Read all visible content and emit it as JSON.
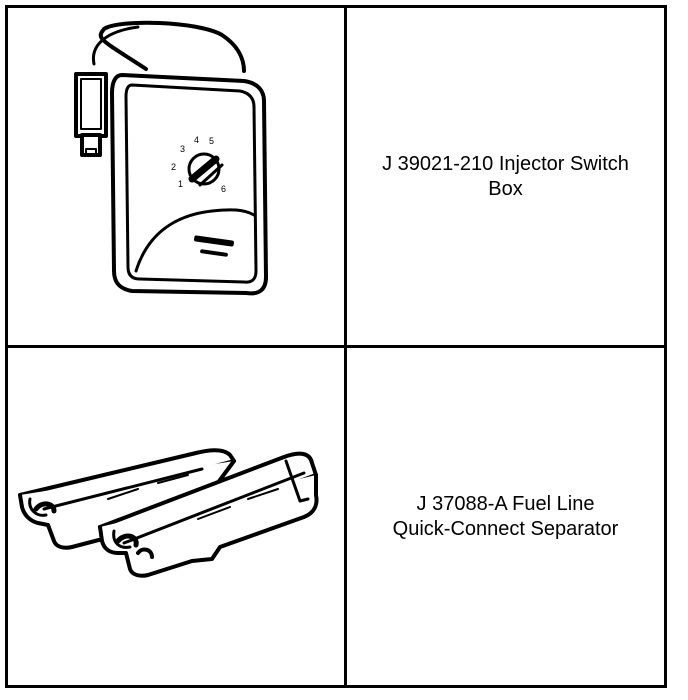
{
  "tools": [
    {
      "line1": "J 39021-210 Injector Switch",
      "line2": "Box",
      "dial_marks": [
        "1",
        "2",
        "3",
        "4",
        "5",
        "6"
      ],
      "icon": "injector-switch-box-icon"
    },
    {
      "line1": "J 37088-A Fuel Line",
      "line2": "Quick-Connect Separator",
      "icon": "quick-connect-separator-icon"
    }
  ],
  "colors": {
    "ink": "#000000",
    "paper": "#ffffff"
  }
}
